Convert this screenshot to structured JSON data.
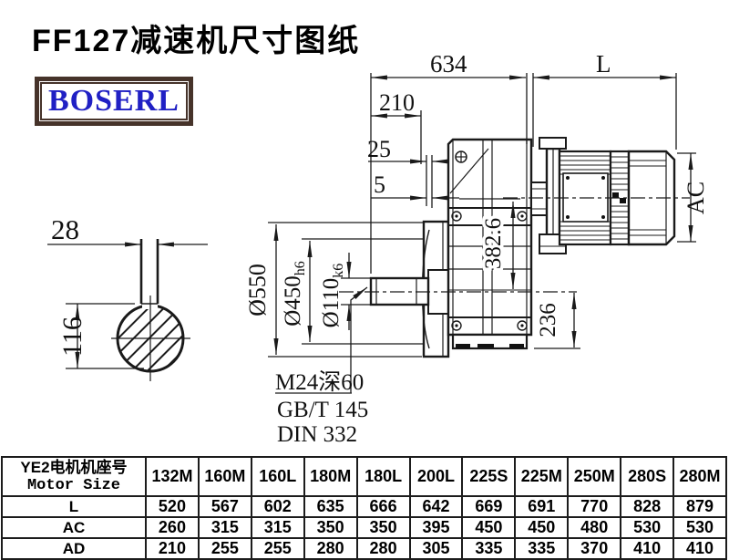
{
  "title": "FF127减速机尺寸图纸",
  "brand": {
    "name": "BOSERL"
  },
  "drawing": {
    "shaft_section": {
      "keyway_width": "28",
      "keyway_depth": "116"
    },
    "dimensions": {
      "total_length": "634",
      "motor_length": "L",
      "dim_210": "210",
      "dim_25": "25",
      "dim_5": "5",
      "motor_diameter": "AC",
      "flange_od": "Ø550",
      "flange_spigot": "Ø450",
      "flange_spigot_tol": "h6",
      "shaft_dia": "Ø110",
      "shaft_dia_tol": "k6",
      "axis_height": "382.6",
      "dim_236": "236"
    },
    "notes": {
      "tap": "M24深60",
      "std1": "GB/T 145",
      "std2": "DIN 332"
    }
  },
  "table": {
    "header_line1": "YE2电机机座号",
    "header_line2": "Motor Size",
    "columns": [
      "132M",
      "160M",
      "160L",
      "180M",
      "180L",
      "200L",
      "225S",
      "225M",
      "250M",
      "280S",
      "280M"
    ],
    "rows": [
      {
        "label": "L",
        "values": [
          "520",
          "567",
          "602",
          "635",
          "666",
          "642",
          "669",
          "691",
          "770",
          "828",
          "879"
        ]
      },
      {
        "label": "AC",
        "values": [
          "260",
          "315",
          "315",
          "350",
          "350",
          "395",
          "450",
          "450",
          "480",
          "530",
          "530"
        ]
      },
      {
        "label": "AD",
        "values": [
          "210",
          "255",
          "255",
          "280",
          "280",
          "305",
          "335",
          "335",
          "370",
          "410",
          "410"
        ]
      }
    ]
  }
}
